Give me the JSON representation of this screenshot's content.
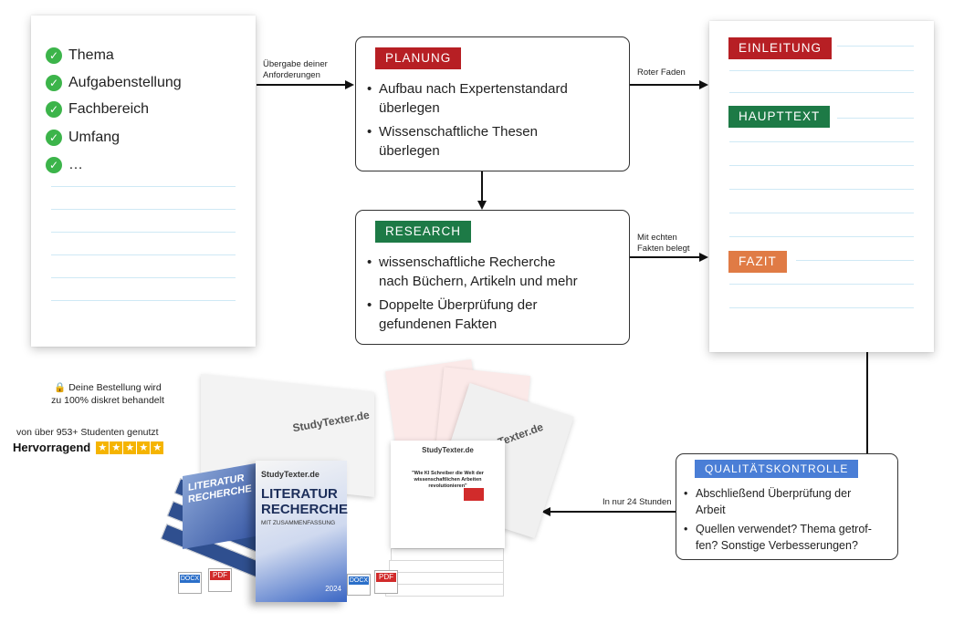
{
  "requirements": {
    "items": [
      "Thema",
      "Aufgabenstellung",
      "Fachbereich",
      "Umfang",
      "…"
    ]
  },
  "edges": {
    "handover": [
      "Übergabe deiner",
      "Anforderungen"
    ],
    "red_thread": "Roter Faden",
    "facts": [
      "Mit echten",
      "Fakten belegt"
    ],
    "delivery": "In nur 24 Stunden"
  },
  "planung": {
    "title": "PLANUNG",
    "bullets": [
      [
        "Aufbau nach Expertenstandard",
        "überlegen"
      ],
      [
        "Wissenschaftliche Thesen",
        "überlegen"
      ]
    ]
  },
  "research": {
    "title": "RESEARCH",
    "bullets": [
      [
        "wissenschaftliche Recherche",
        "nach Büchern, Artikeln und mehr"
      ],
      [
        "Doppelte Überprüfung der",
        "gefundenen Fakten"
      ]
    ]
  },
  "document": {
    "sections": [
      "EINLEITUNG",
      "HAUPTTEXT",
      "FAZIT"
    ]
  },
  "quality": {
    "title": "QUALITÄTSKONTROLLE",
    "bullets": [
      [
        "Abschließend Überprüfung der",
        "Arbeit"
      ],
      [
        "Quellen verwendet? Thema getrof-",
        "fen? Sonstige Verbesserungen?"
      ]
    ]
  },
  "trust": {
    "discreet": [
      "Deine Bestellung wird",
      "zu 100% diskret behandelt"
    ],
    "students": "von über 953+ Studenten genutzt",
    "rating": "Hervorragend",
    "stars": 5
  },
  "product": {
    "brand": "StudyTexter.de",
    "book_title": [
      "LITERATUR",
      "RECHERCHE"
    ],
    "book_subtitle": "MIT ZUSAMMENFASSUNG",
    "book_year": "2024",
    "doc_heading": [
      "\"Wie KI Schreiber die Welt der",
      "wissenschaftlichen Arbeiten",
      "revolutionieren\""
    ],
    "file_formats": [
      "DOCX",
      "PDF"
    ]
  },
  "colors": {
    "planung": "#b71f24",
    "research": "#1d7a46",
    "einleitung": "#b71f24",
    "hauptext": "#1d7a46",
    "fazit": "#e07b45",
    "quality": "#4a7ed6",
    "check": "#3cb44a",
    "star": "#f5b400"
  }
}
